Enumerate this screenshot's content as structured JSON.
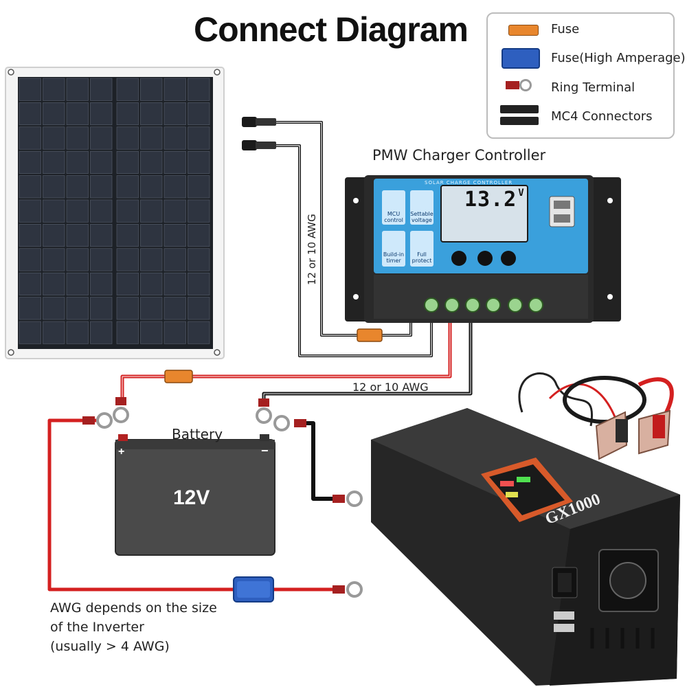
{
  "title": "Connect Diagram",
  "legend": {
    "items": [
      {
        "label": "Fuse",
        "icon": "small-fuse-icon",
        "color": "#e8862d"
      },
      {
        "label": "Fuse(High Amperage)",
        "icon": "high-amperage-fuse-icon",
        "color": "#2e5fbf"
      },
      {
        "label": "Ring Terminal",
        "icon": "ring-terminal-icon",
        "color": "#c0392b"
      },
      {
        "label": "MC4 Connectors",
        "icon": "mc4-connector-icon",
        "color": "#222222"
      }
    ]
  },
  "controller": {
    "label": "PMW Charger Controller",
    "panel_title": "SOLAR CHARGE CONTROLLER",
    "lcd_value": "13.2",
    "lcd_unit": "V",
    "buttons": [
      "MCU control",
      "Settable voltage",
      "Build-in timer",
      "Full protect"
    ]
  },
  "wires": {
    "panel_gauge": "12 or 10 AWG",
    "battery_gauge": "12 or 10 AWG"
  },
  "battery": {
    "label": "Battery",
    "voltage": "12V",
    "plus": "+",
    "minus": "−"
  },
  "note": {
    "line1": "AWG depends on the size",
    "line2": "of the Inverter",
    "line3": "(usually  > 4 AWG)"
  },
  "inverter": {
    "model": "GX1000"
  },
  "colors": {
    "positive_wire": "#d42020",
    "negative_wire": "#1a1a1a",
    "controller_blue": "#3aa0dc",
    "device_body": "#262626"
  }
}
